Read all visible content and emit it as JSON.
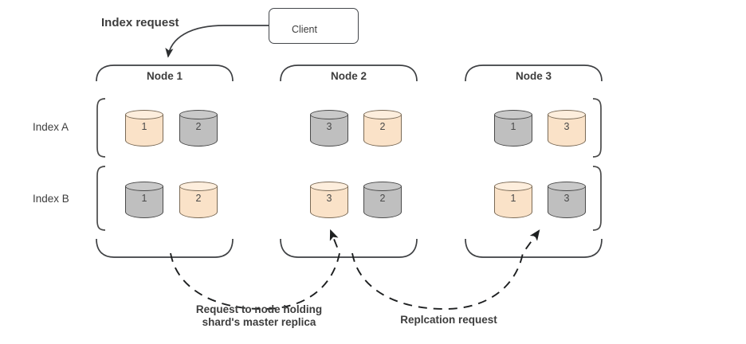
{
  "diagram": {
    "title": "Elasticsearch index request routing across nodes",
    "background": "#ffffff",
    "stroke": "#3d3f42"
  },
  "client": {
    "label": "Client"
  },
  "annotations": {
    "index_request": "Index request",
    "master_request": "Request to node holding\nshard's master replica",
    "master_request_line1": "Request to node holding",
    "master_request_line2": "shard's master replica",
    "replication_request": "Replcation request"
  },
  "index_labels": [
    {
      "name": "index-a",
      "label": "Index A"
    },
    {
      "name": "index-b",
      "label": "Index B"
    }
  ],
  "nodes": [
    {
      "id": "node-1",
      "label": "Node 1"
    },
    {
      "id": "node-2",
      "label": "Node 2"
    },
    {
      "id": "node-3",
      "label": "Node 3"
    }
  ],
  "colors": {
    "orange_fill": "#fae2c8",
    "orange_top": "#fdeedd",
    "orange_stroke": "#7a6a56",
    "gray_fill": "#bfbfbf",
    "gray_top": "#c9c9c9",
    "gray_stroke": "#4a4a4a",
    "line": "#3d3f42",
    "text": "#3d3d3d"
  },
  "shards": {
    "index_a": {
      "node_1": [
        {
          "number": "1",
          "color": "orange"
        },
        {
          "number": "2",
          "color": "gray"
        }
      ],
      "node_2": [
        {
          "number": "3",
          "color": "gray"
        },
        {
          "number": "2",
          "color": "orange"
        }
      ],
      "node_3": [
        {
          "number": "1",
          "color": "gray"
        },
        {
          "number": "3",
          "color": "orange"
        }
      ]
    },
    "index_b": {
      "node_1": [
        {
          "number": "1",
          "color": "gray"
        },
        {
          "number": "2",
          "color": "orange"
        }
      ],
      "node_2": [
        {
          "number": "3",
          "color": "orange"
        },
        {
          "number": "2",
          "color": "gray"
        }
      ],
      "node_3": [
        {
          "number": "1",
          "color": "orange"
        },
        {
          "number": "3",
          "color": "gray"
        }
      ]
    }
  }
}
